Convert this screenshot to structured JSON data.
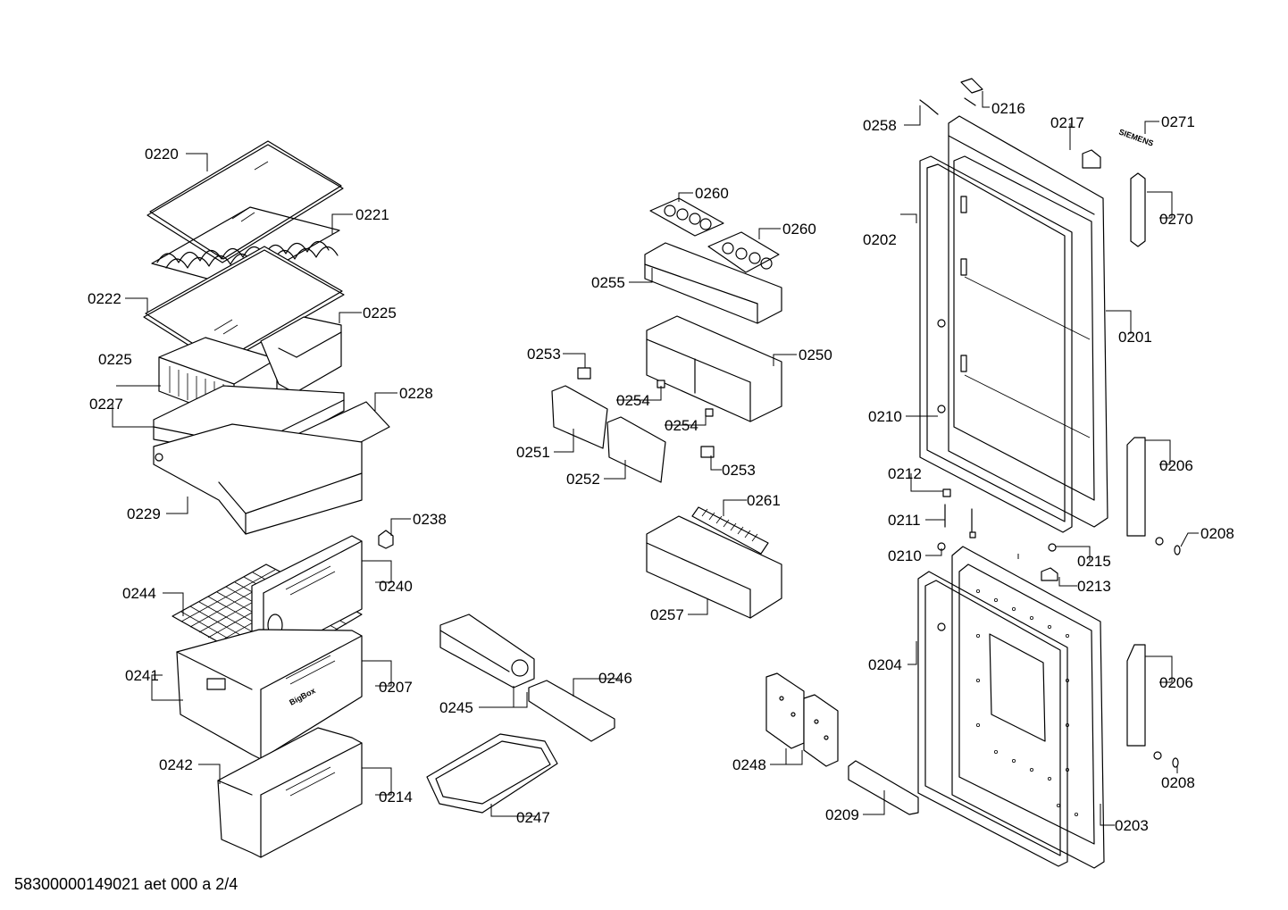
{
  "footer": "58300000149021 aet 000 a 2/4",
  "brand_text": "SIEMENS",
  "bigbox_text": "BigBox",
  "labels": {
    "l0220": "0220",
    "l0221": "0221",
    "l0222": "0222",
    "l0225a": "0225",
    "l0225b": "0225",
    "l0227": "0227",
    "l0228": "0228",
    "l0229": "0229",
    "l0238": "0238",
    "l0240": "0240",
    "l0244": "0244",
    "l0241": "0241",
    "l0207": "0207",
    "l0242": "0242",
    "l0214": "0214",
    "l0245": "0245",
    "l0246": "0246",
    "l0247": "0247",
    "l0260a": "0260",
    "l0260b": "0260",
    "l0255": "0255",
    "l0253a": "0253",
    "l0250": "0250",
    "l0254a": "0254",
    "l0254b": "0254",
    "l0251": "0251",
    "l0252": "0252",
    "l0253b": "0253",
    "l0261": "0261",
    "l0257": "0257",
    "l0248": "0248",
    "l0209": "0209",
    "l0216": "0216",
    "l0258": "0258",
    "l0217": "0217",
    "l0271": "0271",
    "l0202": "0202",
    "l0270": "0270",
    "l0201": "0201",
    "l0210a": "0210",
    "l0206a": "0206",
    "l0212": "0212",
    "l0211": "0211",
    "l0208a": "0208",
    "l0210b": "0210",
    "l0215": "0215",
    "l0213": "0213",
    "l0204": "0204",
    "l0206b": "0206",
    "l0208b": "0208",
    "l0203": "0203"
  }
}
